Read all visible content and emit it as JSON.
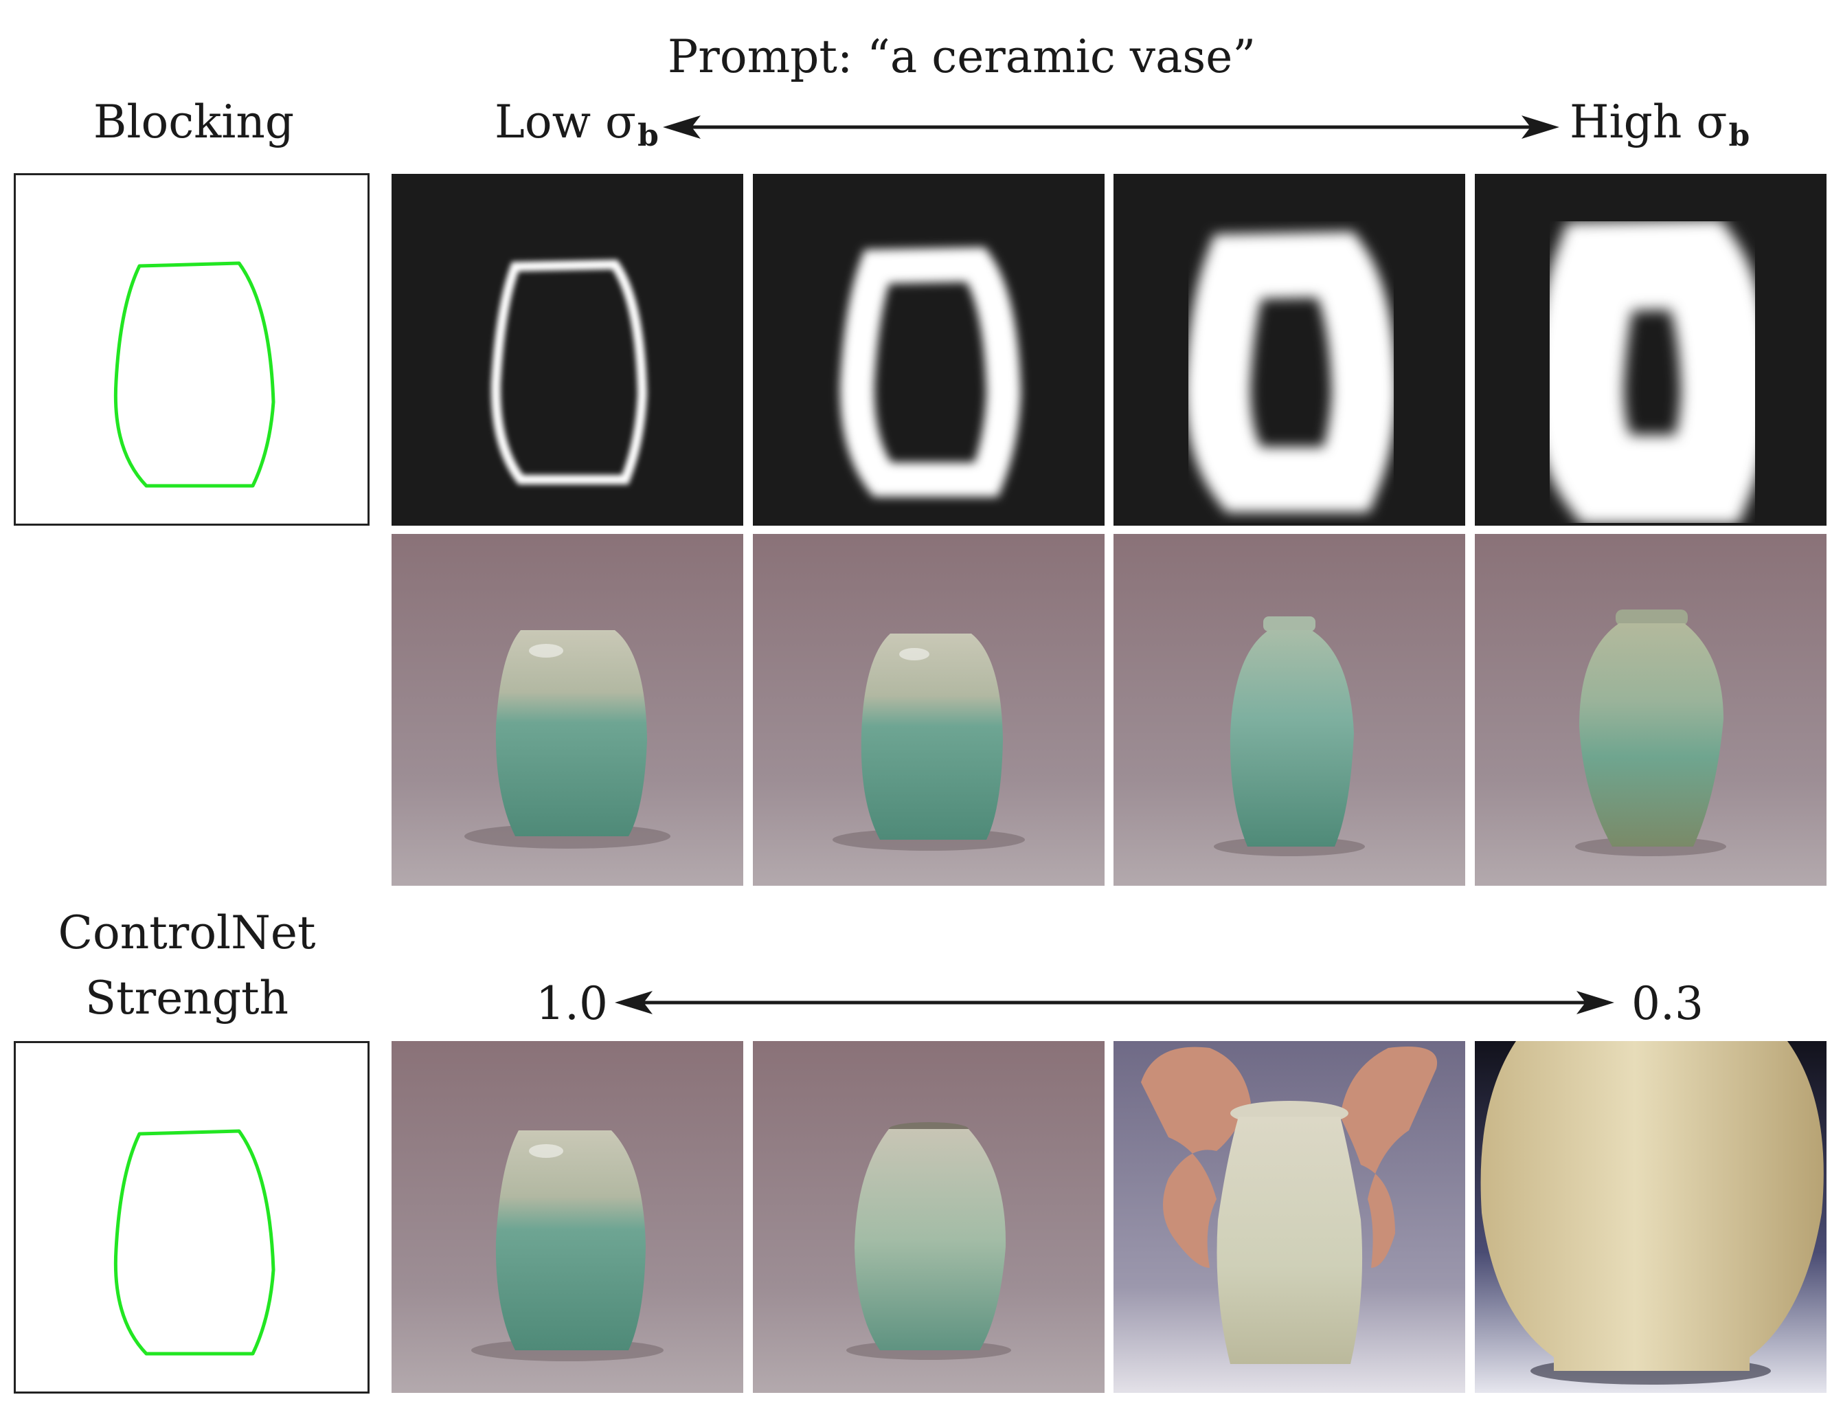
{
  "header": {
    "prompt": "Prompt: “a ceramic vase”",
    "low_label": "Low σ",
    "high_label": "High σ",
    "sigma_subscript": "b"
  },
  "left": {
    "blocking_label": "Blocking",
    "controlnet_line1": "ControlNet",
    "controlnet_line2": "Strength"
  },
  "strength": {
    "left_value": "1.0",
    "right_value": "0.3"
  },
  "colors": {
    "sketch_stroke": "#22e622",
    "mask_bg": "#1b1b1b",
    "mask_fg": "#ffffff",
    "backdrop": "#8a7a80",
    "vase_green": "#6fa592",
    "vase_cream": "#d9cfae",
    "arrow": "#1a1a1a"
  },
  "rows": {
    "masks": [
      "mask-1",
      "mask-2",
      "mask-3",
      "mask-4"
    ],
    "blocking_results": [
      "vase-result-1",
      "vase-result-2",
      "vase-result-3",
      "vase-result-4"
    ],
    "controlnet_results": [
      "vase-result-5",
      "vase-result-6",
      "vase-result-7",
      "vase-result-8"
    ]
  }
}
